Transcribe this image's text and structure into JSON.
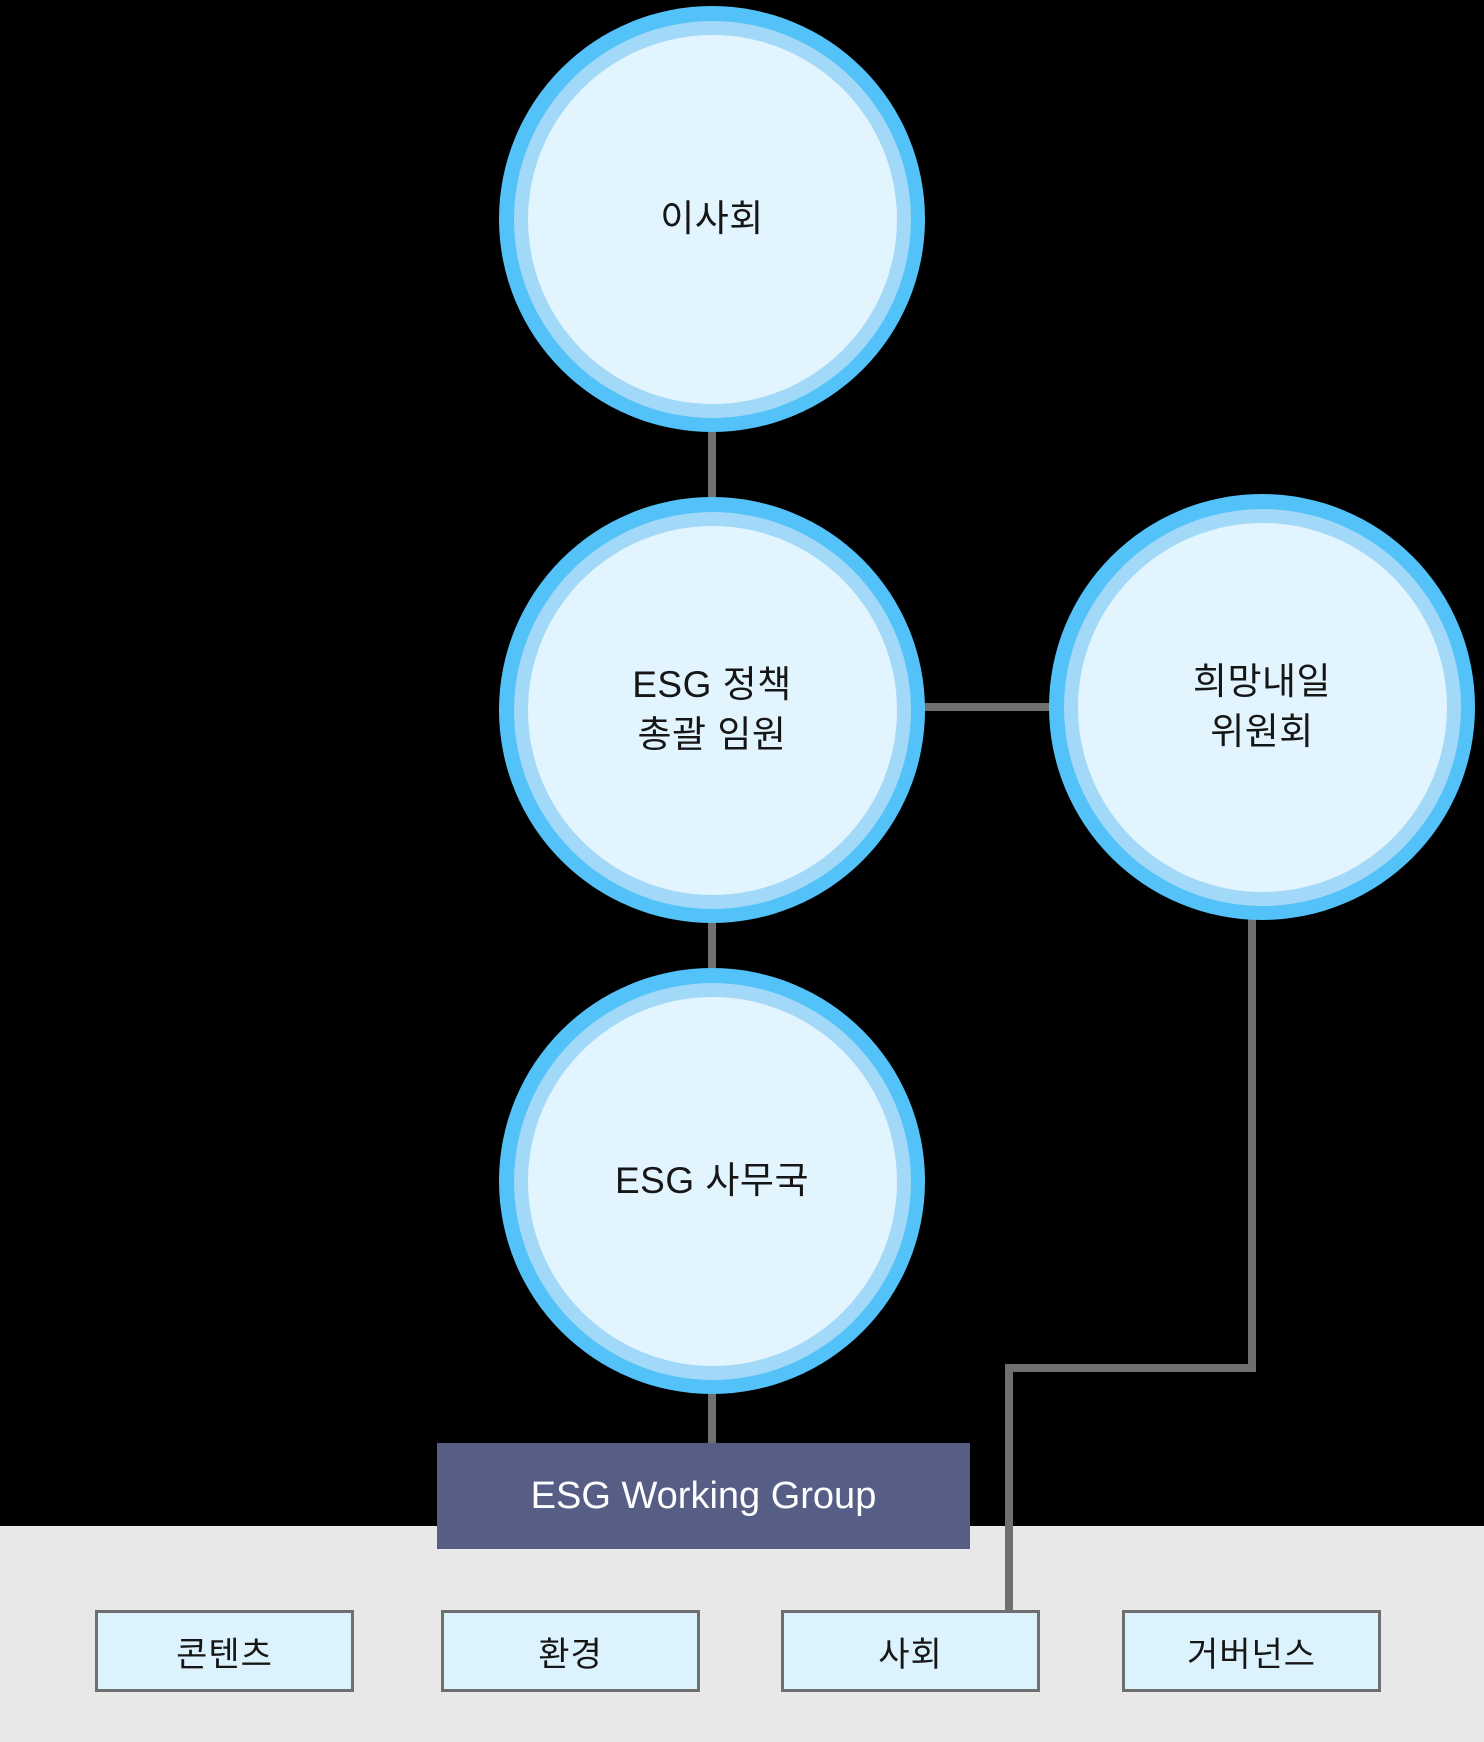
{
  "diagram": {
    "type": "org-chart",
    "nodes": {
      "board": {
        "label": "이사회"
      },
      "esg_policy_executive": {
        "lines": [
          "ESG 정책",
          "총괄 임원"
        ]
      },
      "hope_tomorrow_committee": {
        "lines": [
          "희망내일",
          "위원회"
        ]
      },
      "esg_office": {
        "label": "ESG 사무국"
      },
      "working_group": {
        "label": "ESG Working Group"
      },
      "pillars": [
        {
          "label": "콘텐츠"
        },
        {
          "label": "환경"
        },
        {
          "label": "사회"
        },
        {
          "label": "거버넌스"
        }
      ]
    },
    "edges": [
      "board - esg_policy_executive",
      "esg_policy_executive - hope_tomorrow_committee",
      "esg_policy_executive - esg_office",
      "esg_office - working_group",
      "hope_tomorrow_committee - pillar_society"
    ]
  },
  "colors": {
    "bg": "#000000",
    "band_bg": "#E8E8E9",
    "ring_outer": "#53C2F8",
    "ring_mid": "#A2D8F8",
    "circle_fill": "#E2F4FD",
    "connector": "#6F6F6F",
    "wg_bg": "#575E86",
    "wg_text": "#FFFFFF",
    "box_fill": "#DCF2FC",
    "box_border": "#6F6F6F",
    "node_text": "#161616"
  }
}
